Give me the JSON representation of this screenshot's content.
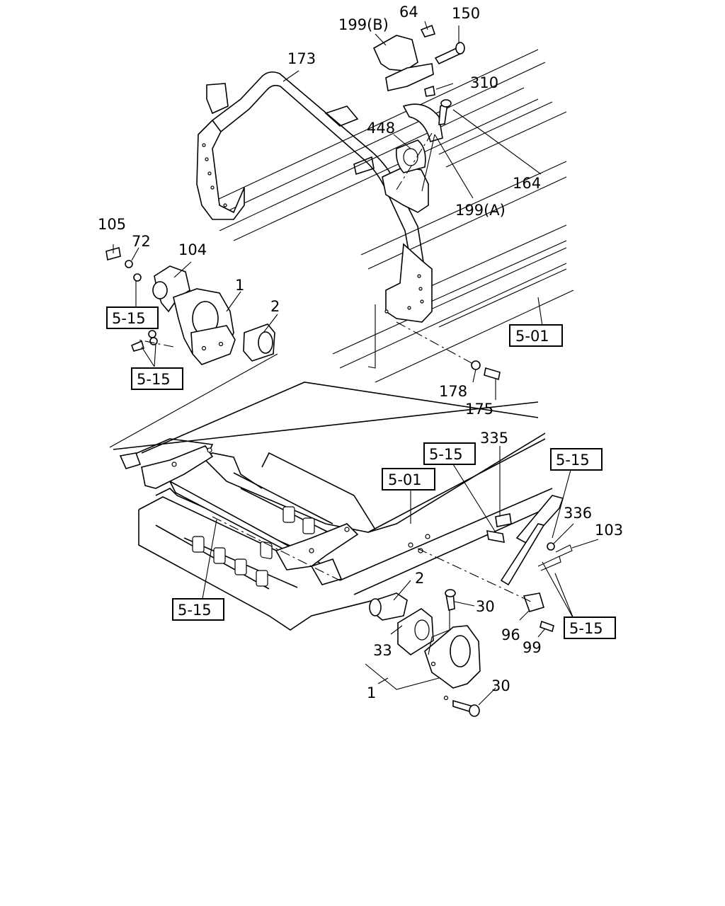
{
  "diagram": {
    "part_numbers": {
      "p199b": "199(B)",
      "p64": "64",
      "p150": "150",
      "p173": "173",
      "p310": "310",
      "p448": "448",
      "p164": "164",
      "p199a": "199(A)",
      "p105": "105",
      "p72": "72",
      "p104": "104",
      "p1_top": "1",
      "p2_top": "2",
      "p178": "178",
      "p175": "175",
      "p335": "335",
      "p336": "336",
      "p103": "103",
      "p2_bottom": "2",
      "p30_upper": "30",
      "p96": "96",
      "p99": "99",
      "p33": "33",
      "p1_bottom": "1",
      "p30_lower": "30"
    },
    "reference_boxes": {
      "ref_515_a": "5-15",
      "ref_515_b": "5-15",
      "ref_501_a": "5-01",
      "ref_515_c": "5-15",
      "ref_501_b": "5-01",
      "ref_515_d": "5-15",
      "ref_515_e": "5-15",
      "ref_515_f": "5-15"
    }
  }
}
